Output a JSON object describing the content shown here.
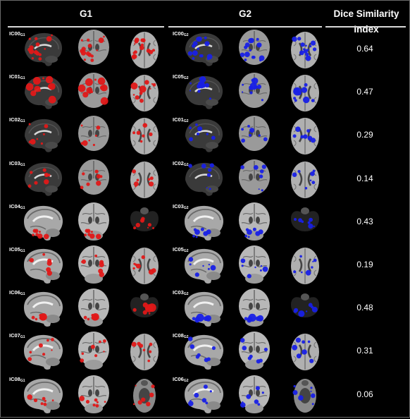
{
  "header": {
    "group1": "G1",
    "group2": "G2",
    "metric": "Dice Similarity Index"
  },
  "colors": {
    "group1_overlay": "#e01818",
    "group2_overlay": "#1820e6",
    "background": "#000000"
  },
  "rows": [
    {
      "g1_label": "IC00",
      "g1_sub": "G1",
      "g2_label": "IC00",
      "g2_sub": "G2",
      "dice": "0.64"
    },
    {
      "g1_label": "IC01",
      "g1_sub": "G1",
      "g2_label": "IC05",
      "g2_sub": "G2",
      "dice": "0.47"
    },
    {
      "g1_label": "IC02",
      "g1_sub": "G1",
      "g2_label": "IC01",
      "g2_sub": "G2",
      "dice": "0.29"
    },
    {
      "g1_label": "IC03",
      "g1_sub": "G1",
      "g2_label": "IC02",
      "g2_sub": "G2",
      "dice": "0.14"
    },
    {
      "g1_label": "IC04",
      "g1_sub": "G1",
      "g2_label": "IC03",
      "g2_sub": "G2",
      "dice": "0.43"
    },
    {
      "g1_label": "IC05",
      "g1_sub": "G1",
      "g2_label": "IC05",
      "g2_sub": "G2",
      "dice": "0.19"
    },
    {
      "g1_label": "IC06",
      "g1_sub": "G1",
      "g2_label": "IC03",
      "g2_sub": "G2",
      "dice": "0.48"
    },
    {
      "g1_label": "IC07",
      "g1_sub": "G1",
      "g2_label": "IC08",
      "g2_sub": "G2",
      "dice": "0.31"
    },
    {
      "g1_label": "IC08",
      "g1_sub": "G1",
      "g2_label": "IC06",
      "g2_sub": "G2",
      "dice": "0.06"
    }
  ]
}
